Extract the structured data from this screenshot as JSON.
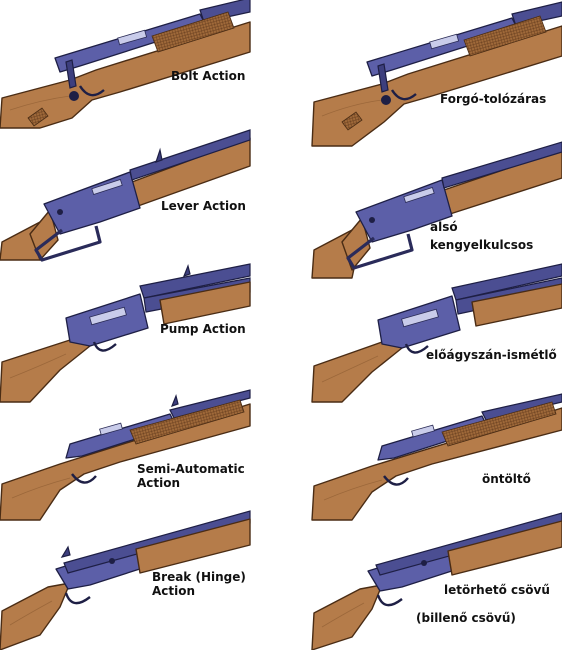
{
  "left_column": {
    "labels": [
      {
        "lines": [
          "Bolt Action"
        ]
      },
      {
        "lines": [
          "Lever Action"
        ]
      },
      {
        "lines": [
          "Pump Action"
        ]
      },
      {
        "lines": [
          "Semi-Automatic",
          "Action"
        ]
      },
      {
        "lines": [
          "Break (Hinge)",
          "Action"
        ]
      }
    ]
  },
  "right_column": {
    "labels": [
      {
        "lines": [
          "Forgó-tolózáras"
        ]
      },
      {
        "lines": [
          "alsó",
          "kengyelkulcsos"
        ]
      },
      {
        "lines": [
          "előágyszán-ismétlő"
        ]
      },
      {
        "lines": [
          "öntöltő"
        ]
      },
      {
        "lines": [
          "letörhető csövű",
          "",
          "(billenő csövű)"
        ]
      }
    ]
  },
  "colors": {
    "wood": "#b57c4a",
    "metal": "#5c5fa8",
    "background": "#ffffff"
  }
}
